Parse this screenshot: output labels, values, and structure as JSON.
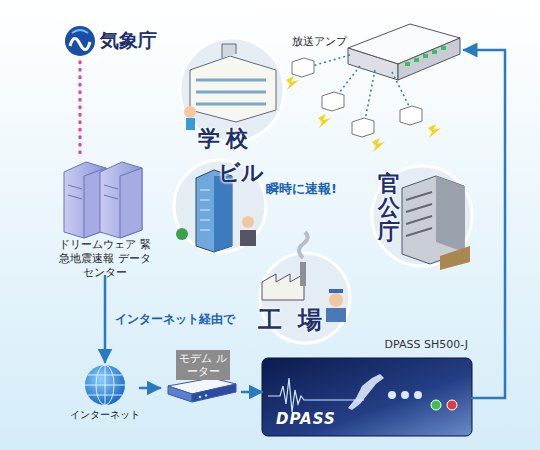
{
  "diagram": {
    "nodes": [
      {
        "text": [
          "気象庁"
        ]
      },
      {
        "text": [
          "ドリームウェア 緊急地震速報 データセンター"
        ]
      },
      {
        "text": [
          "インターネット"
        ]
      },
      {
        "text": [
          "モデム ルーター"
        ]
      },
      {
        "text": [
          "DPASS SH500-J",
          "DPASS"
        ]
      },
      {
        "text": [
          "放送アンプ"
        ]
      },
      {
        "text": [
          "学校"
        ]
      },
      {
        "text": [
          "ビル"
        ]
      },
      {
        "text": [
          "官公庁"
        ]
      },
      {
        "text": [
          "工場"
        ]
      }
    ],
    "edges": [
      {
        "from": 0,
        "to": 1,
        "arrow": "none"
      },
      {
        "from": 1,
        "to": 2,
        "label": "インターネット経由で",
        "arrow": "to"
      },
      {
        "from": 2,
        "to": 3,
        "arrow": "to"
      },
      {
        "from": 3,
        "to": 4,
        "arrow": "to"
      },
      {
        "from": 4,
        "to": 5,
        "arrow": "to"
      }
    ],
    "labels": [
      "瞬時に速報!"
    ]
  }
}
